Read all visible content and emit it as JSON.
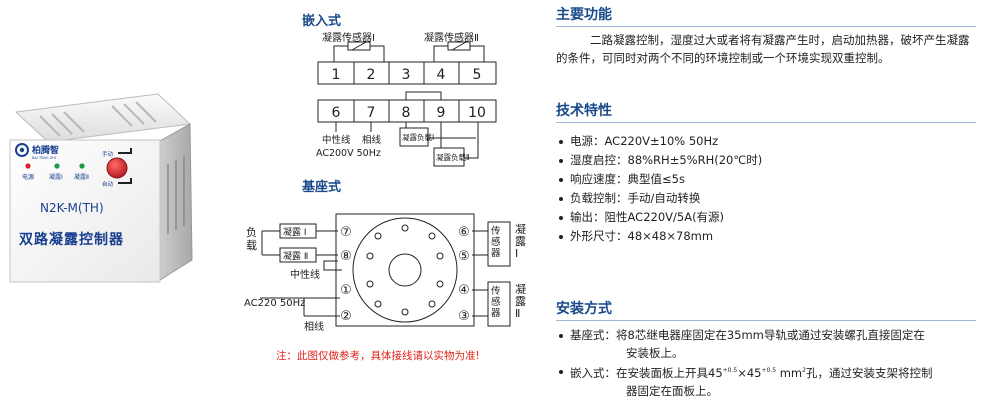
{
  "device": {
    "brand": "柏腾智",
    "brand_sub": "BAI TENG ZHI",
    "model": "N2K-M(TH)",
    "name": "双路凝露控制器",
    "led_power": "电源",
    "led_dew1": "凝露Ⅰ",
    "led_dew2": "凝露Ⅱ",
    "manual": "手动",
    "auto": "自动",
    "colors": {
      "red": "#d8242b",
      "green": "#1e9a46",
      "label_blue": "#1a3f8f"
    }
  },
  "embedded": {
    "title": "嵌入式",
    "sensor1": "凝露传感器Ⅰ",
    "sensor2": "凝露传感器Ⅱ",
    "top_terms": [
      "1",
      "2",
      "3",
      "4",
      "5"
    ],
    "bot_terms": [
      "6",
      "7",
      "8",
      "9",
      "10"
    ],
    "neutral": "中性线",
    "phase": "相线",
    "supply": "AC200V 50Hz",
    "load1": "凝露负载Ⅰ",
    "load2": "凝露负载Ⅱ"
  },
  "base": {
    "title": "基座式",
    "load_label": "负载",
    "dew1": "凝露 Ⅰ",
    "dew2": "凝露 Ⅱ",
    "neutral": "中性线",
    "supply": "AC220 50Hz",
    "phase": "相线",
    "pins_left": [
      "⑦",
      "⑧",
      "①",
      "②"
    ],
    "pins_right": [
      "⑥",
      "⑤",
      "④",
      "③"
    ],
    "sensor_box": "传感器",
    "dew_side1": "凝露Ⅰ",
    "dew_side2": "凝露Ⅱ"
  },
  "note": "注：此图仅做参考，具体接线请以实物为准!",
  "main_function": {
    "title": "主要功能",
    "text": "二路凝露控制，湿度过大或者将有凝露产生时，启动加热器，破坏产生凝露的条件，可同时对两个不同的环境控制或一个环境实现双重控制。"
  },
  "tech": {
    "title": "技术特性",
    "items": [
      "电源：AC220V±10% 50Hz",
      "湿度启控：88%RH±5%RH(20℃时)",
      "响应速度：典型值≤5s",
      "负载控制：手动/自动转换",
      "输出：阻性AC220V/5A(有源)",
      "外形尺寸：48×48×78mm"
    ]
  },
  "install": {
    "title": "安装方式",
    "base_line1": "基座式：将8芯继电器座固定在35mm导轨或通过安装螺孔直接固定在",
    "base_line2": "安装板上。",
    "embed_pre": "嵌入式：在安装面板上开具45",
    "embed_sup1": "+0.5",
    "embed_mid": "×45",
    "embed_sup2": "+0.5",
    "embed_unit": " mm",
    "embed_sup3": "2",
    "embed_post": "孔，通过安装支架将控制",
    "embed_line2": "器固定在面板上。"
  }
}
